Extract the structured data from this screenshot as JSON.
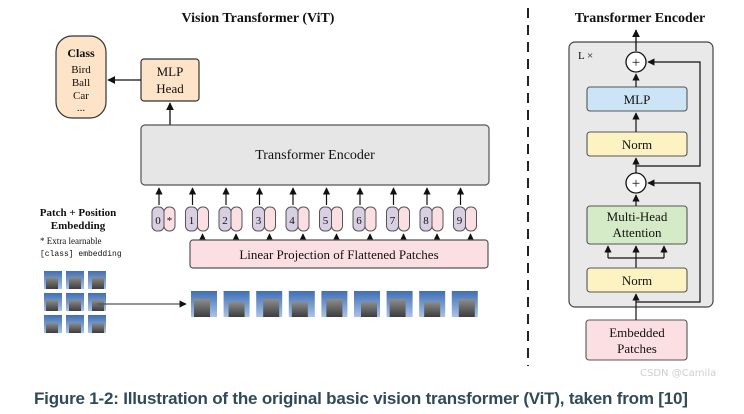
{
  "left_title": "Vision Transformer (ViT)",
  "right_title": "Transformer Encoder",
  "class_box": {
    "title": "Class",
    "items": [
      "Bird",
      "Ball",
      "Car",
      "..."
    ]
  },
  "mlp_head": [
    "MLP",
    "Head"
  ],
  "transformer_encoder_label": "Transformer Encoder",
  "patch_embedding_label": [
    "Patch + Position",
    "Embedding"
  ],
  "extra_note": [
    "* Extra learnable",
    "[class] embedding"
  ],
  "tokens": [
    "0*",
    "1",
    "2",
    "3",
    "4",
    "5",
    "6",
    "7",
    "8",
    "9"
  ],
  "linear_projection_label": "Linear Projection of Flattened Patches",
  "encoder": {
    "repeat_label": "L ×",
    "mlp": "MLP",
    "norm_top": "Norm",
    "attention": [
      "Multi-Head",
      "Attention"
    ],
    "norm_bottom": "Norm",
    "embedded_patches": [
      "Embedded",
      "Patches"
    ],
    "plus_symbol": "+"
  },
  "colors": {
    "encoder_gray": "#e6e6e6",
    "class_orange": "#fde4c8",
    "token_purple": "#d9cfe3",
    "projection_pink": "#fbdfe2",
    "mlp_blue": "#cbe5f7",
    "norm_yellow": "#fdf3c2",
    "attention_green": "#d5ebc7"
  },
  "caption": "Figure 1-2: Illustration of the original basic vision transformer (ViT), taken from [10]",
  "watermark": "CSDN @Camila"
}
